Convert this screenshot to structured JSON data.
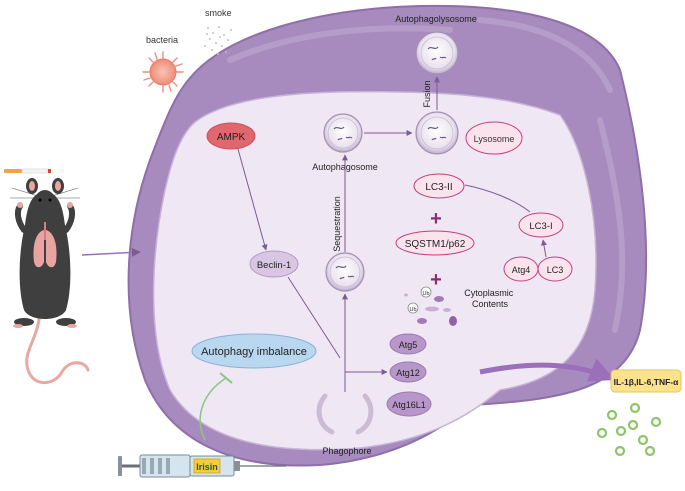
{
  "environment": {
    "bacteria_label": "bacteria",
    "smoke_label": "smoke"
  },
  "pathway": {
    "ampk": "AMPK",
    "beclin1": "Beclin-1",
    "autophagy_imbalance": "Autophagy imbalance",
    "atg5": "Atg5",
    "atg12": "Atg12",
    "atg16l1": "Atg16L1",
    "phagophore": "Phagophore",
    "sequestration": "Sequestration",
    "autophagosome": "Autophagosome",
    "lysosome": "Lysosome",
    "fusion": "Fusion",
    "autophagolysosome": "Autophagolysosome",
    "lc3_ii": "LC3-II",
    "lc3_i": "LC3-I",
    "atg4": "Atg4",
    "lc3": "LC3",
    "sqstm1": "SQSTM1/p62",
    "ub1": "Ub",
    "ub2": "Ub",
    "cytoplasmic_contents": "Cytoplasmic\nContents"
  },
  "treatment": {
    "syringe_label": "Irisin"
  },
  "cytokines": {
    "label": "IL-1β,IL-6,TNF-α"
  },
  "colors": {
    "cell_outer": "#a78bbf",
    "cell_inner": "#efe8f4",
    "cell_stroke": "#8e6fa9",
    "ampk_fill": "#e0676d",
    "beclin_fill": "#d9c6e3",
    "atg_fill": "#b796c9",
    "imbalance_fill": "#b9d8ef",
    "pink_fill": "#fbe3ee",
    "pink_stroke": "#c2407a",
    "arrow": "#7d5a92",
    "cytokine_box": "#fce28c",
    "cytokine_ring": "#8ec46a"
  }
}
